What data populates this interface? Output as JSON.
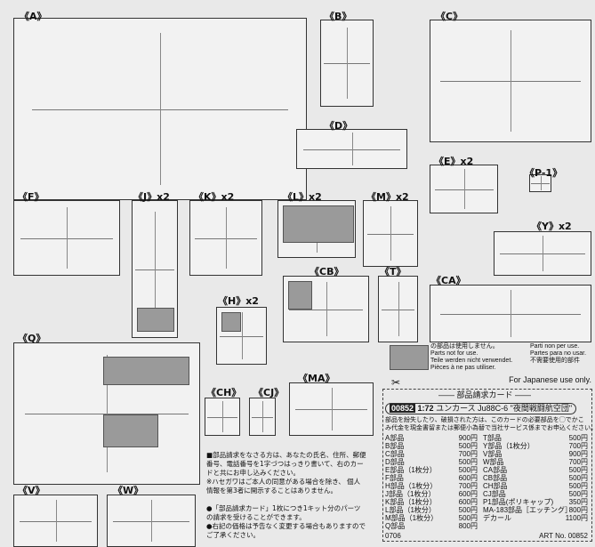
{
  "parts": [
    {
      "id": "A",
      "label": "《A》"
    },
    {
      "id": "B",
      "label": "《B》"
    },
    {
      "id": "C",
      "label": "《C》"
    },
    {
      "id": "D",
      "label": "《D》"
    },
    {
      "id": "E",
      "label": "《E》x2"
    },
    {
      "id": "P1",
      "label": "《P-1》"
    },
    {
      "id": "F",
      "label": "《F》"
    },
    {
      "id": "J",
      "label": "《J》x2"
    },
    {
      "id": "K",
      "label": "《K》x2"
    },
    {
      "id": "L",
      "label": "《L》x2"
    },
    {
      "id": "M",
      "label": "《M》x2"
    },
    {
      "id": "Y",
      "label": "《Y》x2"
    },
    {
      "id": "CB",
      "label": "《CB》"
    },
    {
      "id": "T",
      "label": "《T》"
    },
    {
      "id": "CA",
      "label": "《CA》"
    },
    {
      "id": "H",
      "label": "《H》x2"
    },
    {
      "id": "Q",
      "label": "《Q》"
    },
    {
      "id": "CH",
      "label": "《CH》"
    },
    {
      "id": "CJ",
      "label": "《CJ》"
    },
    {
      "id": "MA",
      "label": "《MA》"
    },
    {
      "id": "V",
      "label": "《V》"
    },
    {
      "id": "W",
      "label": "《W》"
    }
  ],
  "legend": {
    "ja": "の部品は使用しません。",
    "en": "Parts not for use.",
    "de": "Teile werden nicht verwendet.",
    "fr": "Pièces à ne pas utiliser.",
    "it": "Parti non per use.",
    "es": "Partes para no usar.",
    "zh": "不需要使用的部件"
  },
  "japan_only": "For Japanese use only.",
  "card": {
    "title": "部品請求カード",
    "code": "00852",
    "scale": "1:72",
    "kit": "ユンカース Ju88C-6 \"夜間戦闘航空団\"",
    "intro": [
      "部品を紛失したり、破損された方は、このカードの必要部品を◯でかこ",
      "み代金を現金書留または郵便小為替で当社サービス係までお申込ください。"
    ],
    "left": [
      [
        "A部品",
        "900円"
      ],
      [
        "B部品",
        "500円"
      ],
      [
        "C部品",
        "700円"
      ],
      [
        "D部品",
        "500円"
      ],
      [
        "E部品（1枚分）",
        "500円"
      ],
      [
        "F部品",
        "600円"
      ],
      [
        "H部品（1枚分）",
        "700円"
      ],
      [
        "J部品（1枚分）",
        "600円"
      ],
      [
        "K部品（1枚分）",
        "600円"
      ],
      [
        "L部品（1枚分）",
        "500円"
      ],
      [
        "M部品（1枚分）",
        "500円"
      ],
      [
        "Q部品",
        "800円"
      ]
    ],
    "right": [
      [
        "T部品",
        "500円"
      ],
      [
        "Y部品（1枚分）",
        "700円"
      ],
      [
        "V部品",
        "900円"
      ],
      [
        "W部品",
        "700円"
      ],
      [
        "CA部品",
        "500円"
      ],
      [
        "CB部品",
        "500円"
      ],
      [
        "CH部品",
        "500円"
      ],
      [
        "CJ部品",
        "500円"
      ],
      [
        "P1部品(ポリキャップ)",
        "350円"
      ],
      [
        "MA-183部品［エッチング］",
        "800円"
      ],
      [
        "デカール",
        "1100円"
      ]
    ],
    "date": "0706",
    "art": "ART No. 00852"
  },
  "notes": [
    "■部品請求をなさる方は、あなたの氏名、住所、郵便",
    "番号、電話番号を1字づつはっきり書いて、右のカー",
    "ドと共にお申し込みください。",
    "※ハセガワはご本人の同意がある場合を除き、 個人",
    "情報を第3者に開示することはありません。",
    "",
    "●「部品請求カード」1枚につき1キット分のパーツ",
    "の請求を受けることができます。",
    "●右記の価格は予告なく変更する場合もありますので",
    "ご了承ください。"
  ]
}
